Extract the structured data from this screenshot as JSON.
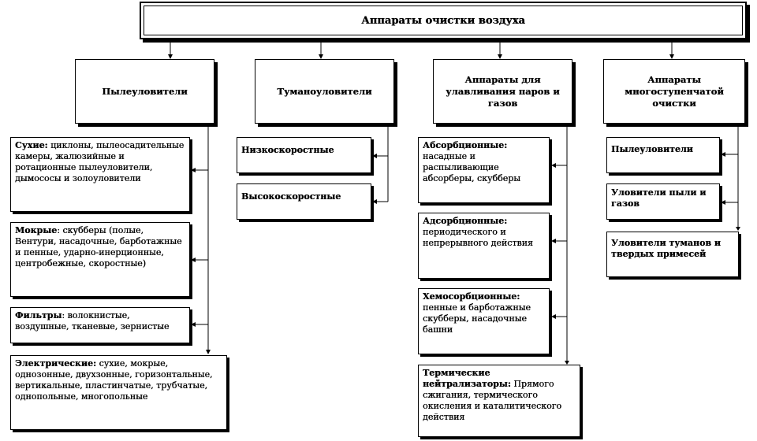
{
  "root": {
    "title": "Аппараты очистки воздуха"
  },
  "categories": [
    {
      "title": "Пылеуловители"
    },
    {
      "title": "Туманоуловители"
    },
    {
      "title": "Аппараты для улавливания паров и газов"
    },
    {
      "title": "Аппараты многоступенчатой очистки"
    }
  ],
  "dust": [
    {
      "label": "Сухие:",
      "text": " циклоны, пылеосадительные камеры, жалюзийные и ротационные пылеуловители, дымососы и золоуловители"
    },
    {
      "label": "Мокрые",
      "text": ": скубберы (полые, Вентури, насадочные, барботажные и пенные, ударно-инерционные, центробежные, скоростные)"
    },
    {
      "label": "Фильтры",
      "text": ": волокнистые, воздушные, тканевые, зернистые"
    },
    {
      "label": "Электрические:",
      "text": " сухие, мокрые, однозонные, двухзонные, горизонтальные, вертикальные, пластинчатые, трубчатые, однопольные, многопольные"
    }
  ],
  "mist": [
    {
      "label": "Низкоскоростные",
      "text": ""
    },
    {
      "label": "Высокоскоростные",
      "text": ""
    }
  ],
  "gas": [
    {
      "label": "Абсорбционные:",
      "text": " насадные и распыливающие абсорберы, скубберы"
    },
    {
      "label": "Адсорбционные:",
      "text": " периодического и непрерывного действия"
    },
    {
      "label": "Хемосорбционные:",
      "text": " пенные и барботажные скубберы, насадочные башни"
    },
    {
      "label": "Термические нейтрализаторы:",
      "text": " Прямого сжигания, термического окисления и каталитического действия"
    }
  ],
  "multi": [
    {
      "label": "Пылеуловители",
      "text": ""
    },
    {
      "label": "Уловители пыли и газов",
      "text": ""
    },
    {
      "label": "Уловители туманов и твердых примесей",
      "text": ""
    }
  ]
}
